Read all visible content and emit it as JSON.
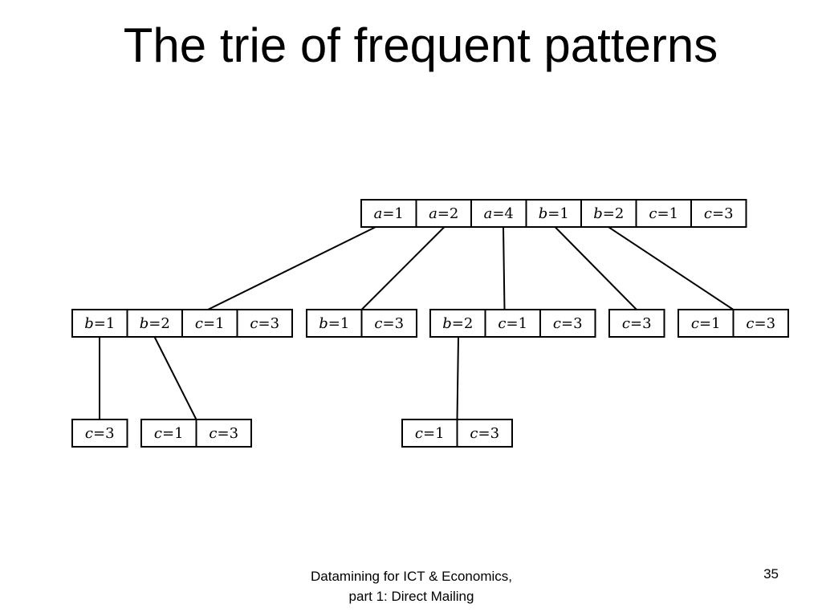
{
  "slide": {
    "title": "The trie of frequent patterns",
    "footer_line1": "Datamining for ICT & Economics,",
    "footer_line2": "part 1: Direct Mailing",
    "page_number": "35"
  },
  "trie": {
    "root": [
      {
        "var": "a",
        "val": "1"
      },
      {
        "var": "a",
        "val": "2"
      },
      {
        "var": "a",
        "val": "4"
      },
      {
        "var": "b",
        "val": "1"
      },
      {
        "var": "b",
        "val": "2"
      },
      {
        "var": "c",
        "val": "1"
      },
      {
        "var": "c",
        "val": "3"
      }
    ],
    "level2": [
      [
        {
          "var": "b",
          "val": "1"
        },
        {
          "var": "b",
          "val": "2"
        },
        {
          "var": "c",
          "val": "1"
        },
        {
          "var": "c",
          "val": "3"
        }
      ],
      [
        {
          "var": "b",
          "val": "1"
        },
        {
          "var": "c",
          "val": "3"
        }
      ],
      [
        {
          "var": "b",
          "val": "2"
        },
        {
          "var": "c",
          "val": "1"
        },
        {
          "var": "c",
          "val": "3"
        }
      ],
      [
        {
          "var": "c",
          "val": "3"
        }
      ],
      [
        {
          "var": "c",
          "val": "1"
        },
        {
          "var": "c",
          "val": "3"
        }
      ]
    ],
    "level3": [
      [
        {
          "var": "c",
          "val": "3"
        }
      ],
      [
        {
          "var": "c",
          "val": "1"
        },
        {
          "var": "c",
          "val": "3"
        }
      ],
      [
        {
          "var": "c",
          "val": "1"
        },
        {
          "var": "c",
          "val": "3"
        }
      ]
    ]
  }
}
